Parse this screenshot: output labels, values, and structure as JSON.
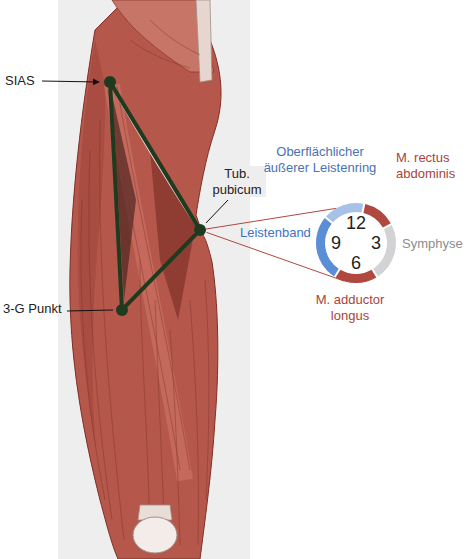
{
  "diagram": {
    "nodes": [
      {
        "text": [
          "SIAS"
        ]
      },
      {
        "text": [
          "Tub. pubicum"
        ]
      },
      {
        "text": [
          "12",
          "9",
          "3",
          "6"
        ]
      },
      {
        "text": [
          "3-G Punkt"
        ]
      }
    ],
    "edges": [
      {
        "from": 0,
        "to": 1,
        "arrow": "none"
      },
      {
        "from": 1,
        "to": 3,
        "arrow": "none"
      },
      {
        "from": 3,
        "to": 0,
        "arrow": "none"
      },
      {
        "from": 1,
        "to": 2,
        "arrow": "none"
      }
    ],
    "labels": [
      "Oberflächlicher äußerer Leistenring",
      "M. rectus abdominis",
      "Leistenband",
      "Symphyse",
      "M. adductor longus"
    ]
  }
}
